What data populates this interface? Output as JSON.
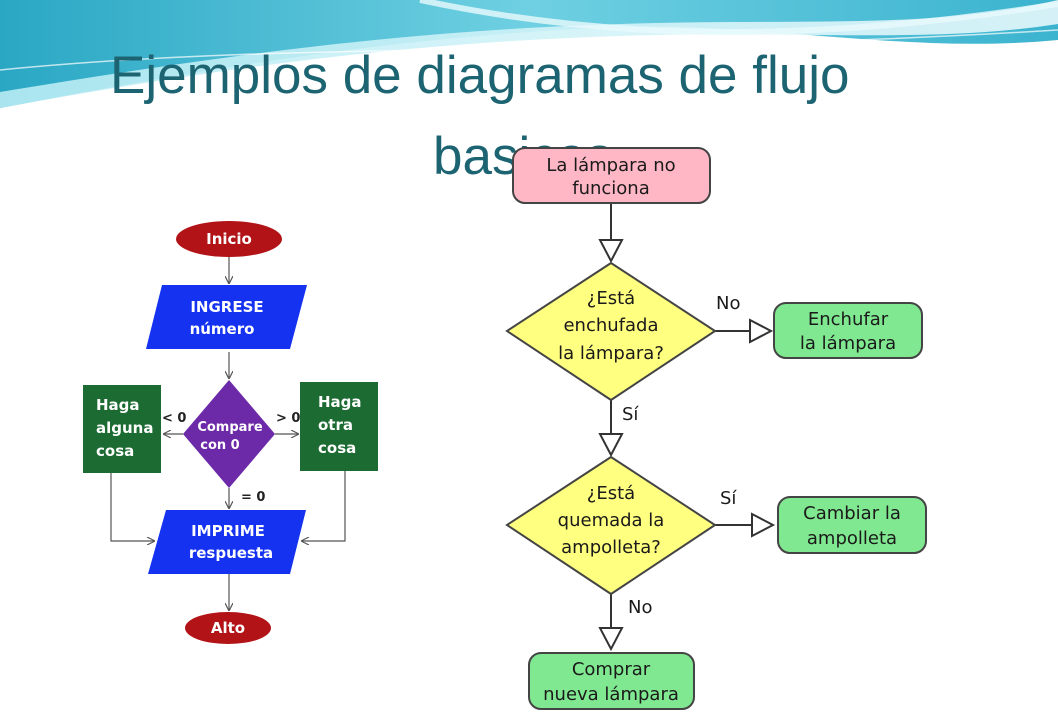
{
  "slide": {
    "title_line1": "Ejemplos de diagramas de flujo",
    "title_line2": "basicos"
  },
  "left_diagram": {
    "start": "Inicio",
    "input": [
      "INGRESE",
      "número"
    ],
    "decision": [
      "Compare",
      "con 0"
    ],
    "left_action": [
      "Haga",
      "alguna",
      "cosa"
    ],
    "right_action": [
      "Haga",
      "otra",
      "cosa"
    ],
    "output": [
      "IMPRIME",
      "respuesta"
    ],
    "end": "Alto",
    "branch_less": "< 0",
    "branch_greater": "> 0",
    "branch_equal": "= 0",
    "colors": {
      "terminal": "#b21317",
      "io": "#1432f0",
      "decision": "#6c2aa8",
      "process": "#1c6b33"
    }
  },
  "right_diagram": {
    "start": [
      "La lámpara no",
      "funciona"
    ],
    "decision1": [
      "¿Está",
      "enchufada",
      "la lámpara?"
    ],
    "action1": [
      "Enchufar",
      "la lámpara"
    ],
    "decision2": [
      "¿Está",
      "quemada la",
      "ampolleta?"
    ],
    "action2": [
      "Cambiar la",
      "ampolleta"
    ],
    "end": [
      "Comprar",
      "nueva lámpara"
    ],
    "d1_no": "No",
    "d1_yes": "Sí",
    "d2_yes": "Sí",
    "d2_no": "No",
    "colors": {
      "start": "#ffb7c5",
      "decision": "#ffff80",
      "action": "#80e890"
    }
  }
}
